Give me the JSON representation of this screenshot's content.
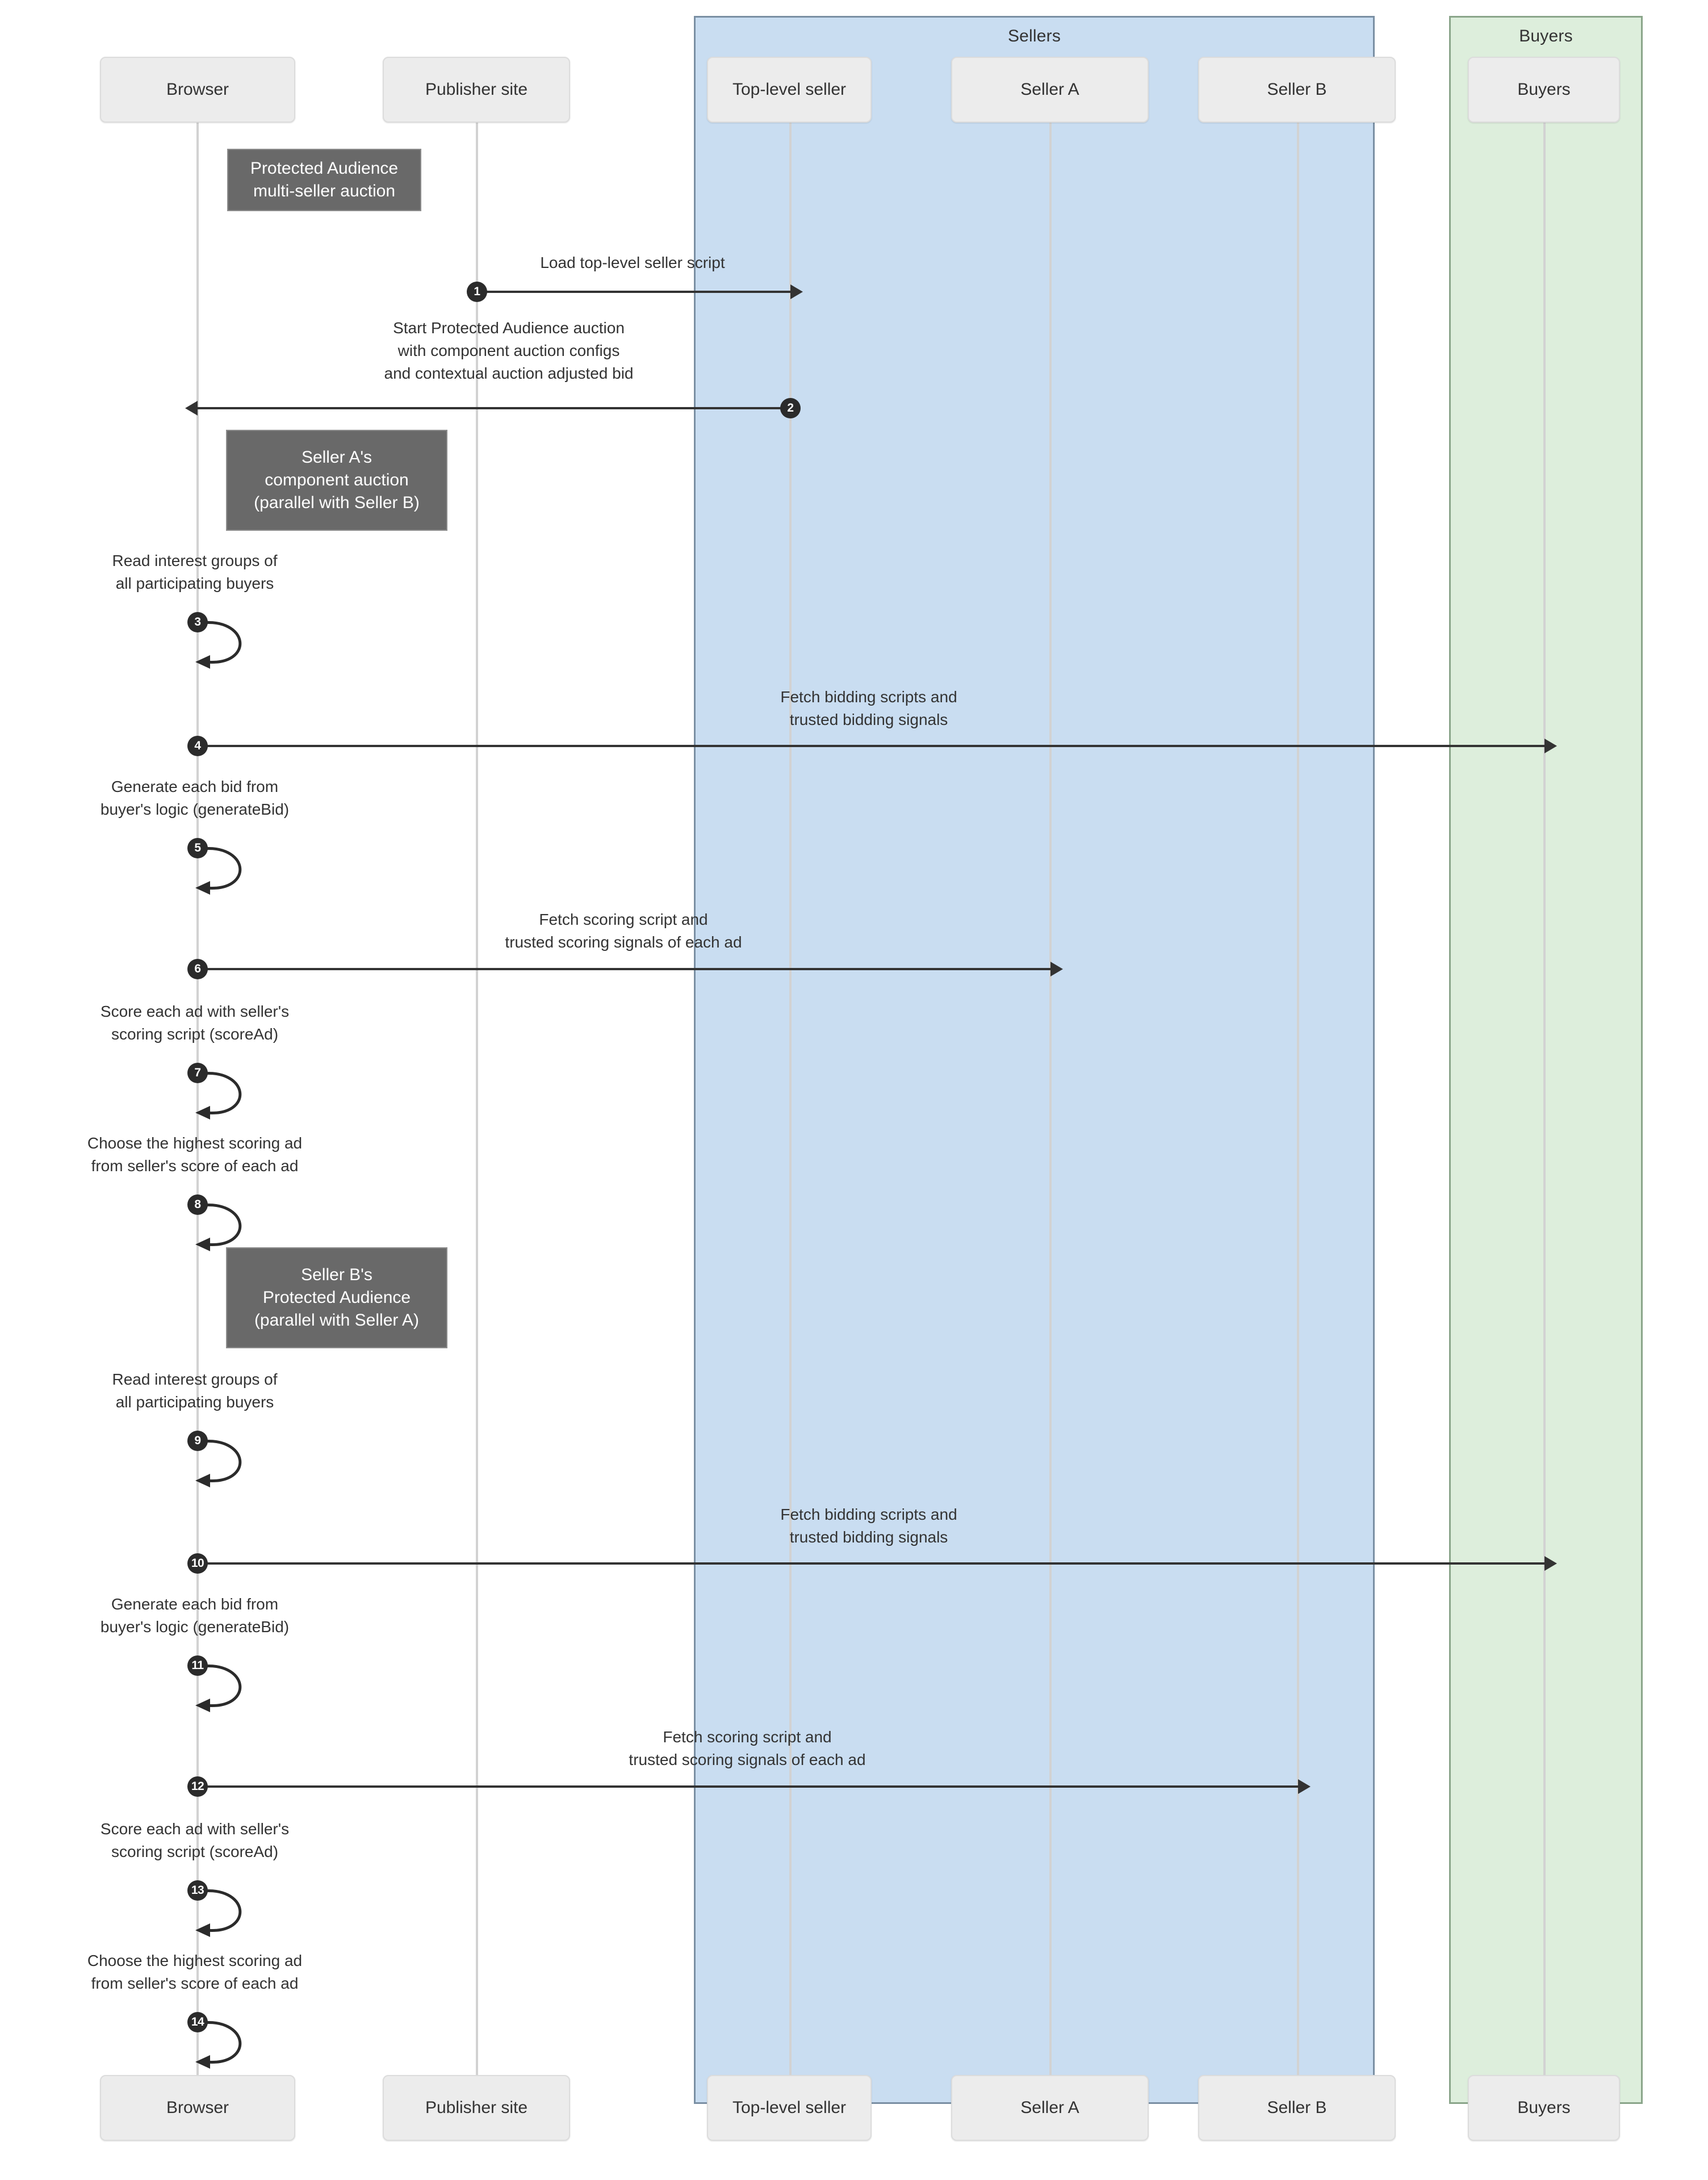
{
  "diagram": {
    "title": "Protected Audience multi-seller auction",
    "type": "sequence-diagram",
    "colors": {
      "sellers_panel": "#c9ddf1",
      "buyers_panel": "#ddeedc",
      "note_box": "#696969",
      "participant_box": "#ececec",
      "lifeline": "#d2d2d2",
      "arrow": "#333333",
      "badge": "#2b2b2b"
    }
  },
  "groups": [
    {
      "id": "sellers",
      "label": "Sellers"
    },
    {
      "id": "buyers",
      "label": "Buyers"
    }
  ],
  "participants": [
    {
      "id": "browser",
      "label": "Browser"
    },
    {
      "id": "publisher",
      "label": "Publisher site"
    },
    {
      "id": "top_seller",
      "label": "Top-level seller"
    },
    {
      "id": "seller_a",
      "label": "Seller A"
    },
    {
      "id": "seller_b",
      "label": "Seller B"
    },
    {
      "id": "buyers",
      "label": "Buyers"
    }
  ],
  "notes": [
    {
      "id": "note_multi_seller",
      "lines": [
        "Protected Audience",
        "multi-seller auction"
      ]
    },
    {
      "id": "note_seller_a",
      "lines": [
        "Seller A's",
        "component auction",
        "(parallel with Seller B)"
      ]
    },
    {
      "id": "note_seller_b",
      "lines": [
        "Seller B's",
        "Protected Audience",
        "(parallel with Seller A)"
      ]
    }
  ],
  "steps": [
    {
      "number": "1",
      "kind": "message",
      "from": "publisher",
      "to": "top_seller",
      "direction": "right",
      "lines": [
        "Load top-level seller script"
      ]
    },
    {
      "number": "2",
      "kind": "message",
      "from": "top_seller",
      "to": "browser",
      "direction": "left",
      "lines": [
        "Start Protected Audience auction",
        "with component auction configs",
        "and contextual auction adjusted bid"
      ]
    },
    {
      "number": "3",
      "kind": "self",
      "on": "browser",
      "lines": [
        "Read interest groups of",
        "all participating buyers"
      ]
    },
    {
      "number": "4",
      "kind": "message",
      "from": "browser",
      "to": "buyers",
      "direction": "right",
      "lines": [
        "Fetch bidding scripts and",
        "trusted bidding signals"
      ]
    },
    {
      "number": "5",
      "kind": "self",
      "on": "browser",
      "lines": [
        "Generate each bid from",
        "buyer's logic (generateBid)"
      ]
    },
    {
      "number": "6",
      "kind": "message",
      "from": "browser",
      "to": "seller_a",
      "direction": "right",
      "lines": [
        "Fetch scoring script and",
        "trusted scoring signals of each ad"
      ]
    },
    {
      "number": "7",
      "kind": "self",
      "on": "browser",
      "lines": [
        "Score each ad with seller's",
        "scoring script (scoreAd)"
      ]
    },
    {
      "number": "8",
      "kind": "self",
      "on": "browser",
      "lines": [
        "Choose the highest scoring ad",
        "from seller's score of each ad"
      ]
    },
    {
      "number": "9",
      "kind": "self",
      "on": "browser",
      "lines": [
        "Read interest groups of",
        "all participating buyers"
      ]
    },
    {
      "number": "10",
      "kind": "message",
      "from": "browser",
      "to": "buyers",
      "direction": "right",
      "lines": [
        "Fetch bidding scripts and",
        "trusted bidding signals"
      ]
    },
    {
      "number": "11",
      "kind": "self",
      "on": "browser",
      "lines": [
        "Generate each bid from",
        "buyer's logic (generateBid)"
      ]
    },
    {
      "number": "12",
      "kind": "message",
      "from": "browser",
      "to": "seller_b",
      "direction": "right",
      "lines": [
        "Fetch scoring script and",
        "trusted scoring signals of each ad"
      ]
    },
    {
      "number": "13",
      "kind": "self",
      "on": "browser",
      "lines": [
        "Score each ad with seller's",
        "scoring script (scoreAd)"
      ]
    },
    {
      "number": "14",
      "kind": "self",
      "on": "browser",
      "lines": [
        "Choose the highest scoring ad",
        "from seller's score of each ad"
      ]
    }
  ]
}
